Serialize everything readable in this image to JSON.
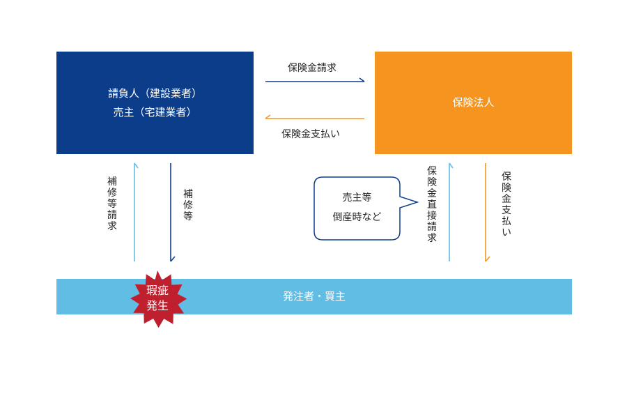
{
  "nodes": {
    "contractor_line1": "請負人（建設業者）",
    "contractor_line2": "売主（宅建業者）",
    "insurer": "保険法人",
    "owner": "発注者・買主"
  },
  "edges": {
    "insurance_claim": "保険金請求",
    "insurance_payment": "保険金支払い",
    "repair_claim": "補修等請求",
    "repair": "補修等",
    "direct_claim": "保険金直接請求",
    "direct_payment": "保険金支払い"
  },
  "callout": {
    "line1": "売主等",
    "line2": "倒産時など"
  },
  "defect": {
    "line1": "瑕疵",
    "line2": "発生"
  },
  "colors": {
    "navy": "#0c3d8b",
    "orange": "#f5951f",
    "light_blue": "#62bde4",
    "defect_red": "#c0202e"
  }
}
